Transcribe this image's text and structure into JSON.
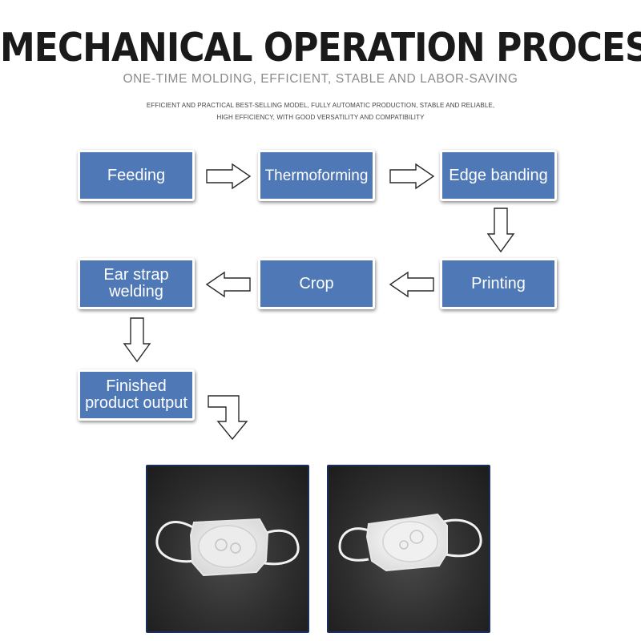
{
  "header": {
    "title": "MECHANICAL OPERATION PROCESS",
    "subtitle": "ONE-TIME MOLDING, EFFICIENT, STABLE AND LABOR-SAVING",
    "description_line1": "EFFICIENT AND PRACTICAL BEST-SELLING MODEL, FULLY AUTOMATIC PRODUCTION, STABLE AND RELIABLE,",
    "description_line2": "HIGH EFFICIENCY, WITH GOOD VERSATILITY AND COMPATIBILITY"
  },
  "steps": {
    "feeding": "Feeding",
    "thermoforming": "Thermoforming",
    "edge_banding": "Edge banding",
    "printing": "Printing",
    "crop": "Crop",
    "ear_strap_line1": "Ear strap",
    "ear_strap_line2": "welding",
    "finished_line1": "Finished",
    "finished_line2": "product output"
  },
  "colors": {
    "step_fill": "#4f78b7",
    "step_text": "#ffffff",
    "photo_border": "#1a2f5c"
  },
  "icons": {
    "arrow": "outline-arrow",
    "photo": "mask-product-photo"
  }
}
